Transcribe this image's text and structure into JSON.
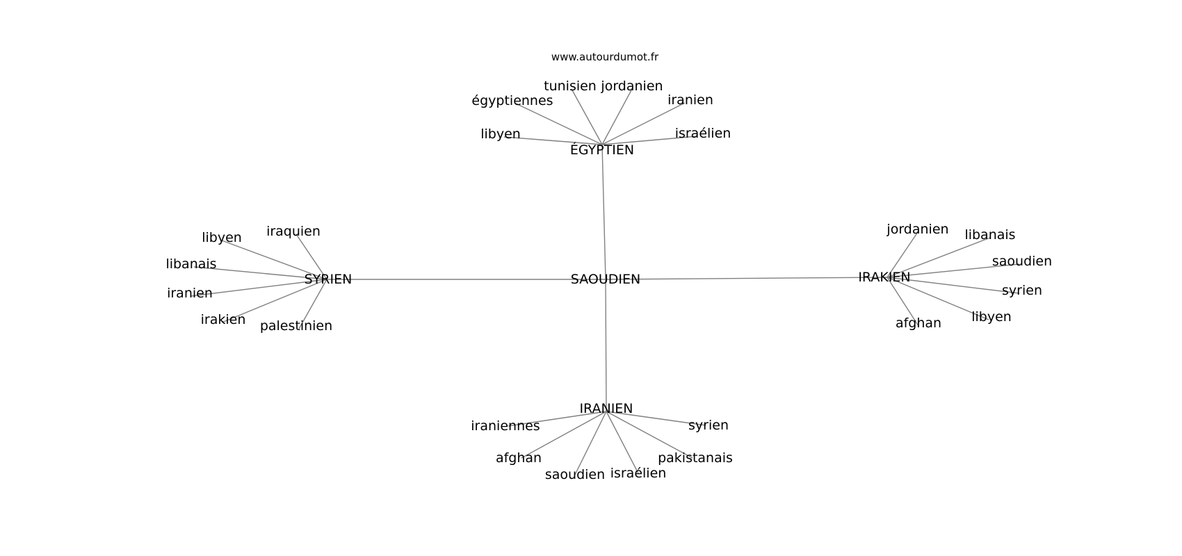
{
  "watermark": "www.autourdumot.fr",
  "center": "SAOUDIEN",
  "hubs": [
    {
      "id": "egyptien",
      "label": "ÉGYPTIEN",
      "leaves": [
        "tunisien",
        "jordanien",
        "égyptiennes",
        "iranien",
        "libyen",
        "israélien"
      ]
    },
    {
      "id": "syrien",
      "label": "SYRIEN",
      "leaves": [
        "iraquien",
        "libyen",
        "libanais",
        "iranien",
        "irakien",
        "palestinien"
      ]
    },
    {
      "id": "irakien",
      "label": "IRAKIEN",
      "leaves": [
        "jordanien",
        "libanais",
        "saoudien",
        "syrien",
        "libyen",
        "afghan"
      ]
    },
    {
      "id": "iranien",
      "label": "IRANIEN",
      "leaves": [
        "iraniennes",
        "syrien",
        "afghan",
        "pakistanais",
        "saoudien",
        "israélien"
      ]
    }
  ],
  "colors": {
    "edge": "#808080",
    "text": "#000000",
    "background": "#ffffff"
  }
}
